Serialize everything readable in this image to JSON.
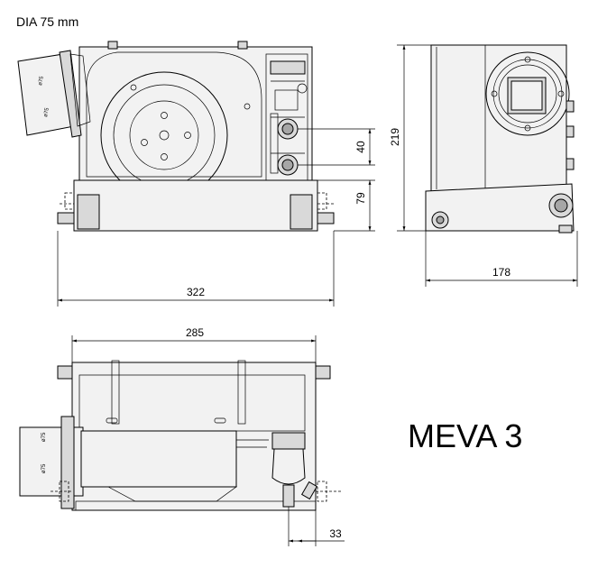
{
  "note_top_left": "DIA 75 mm",
  "model_label": "MEVA 3",
  "dimensions": {
    "front_width": "322",
    "base_height": "79",
    "connector_spacing": "40",
    "overall_height": "219",
    "side_depth": "178",
    "top_width": "285",
    "top_offset": "33"
  },
  "duct_labels": {
    "front_upper": "ø75",
    "front_lower": "ø75",
    "top_upper": "ø75",
    "top_lower": "ø75"
  }
}
